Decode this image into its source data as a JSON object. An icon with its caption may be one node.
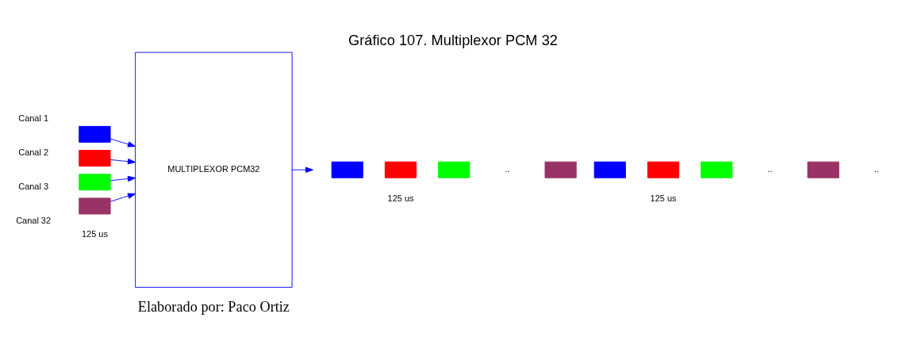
{
  "diagram": {
    "title": "Gráfico 107. Multiplexor PCM 32",
    "caption": "Elaborado por: Paco Ortiz",
    "nodes": [
      {
        "text": [],
        "shape": "box",
        "beside": [
          "Canal 1"
        ]
      },
      {
        "text": [],
        "shape": "box",
        "beside": [
          "Canal 2"
        ]
      },
      {
        "text": [],
        "shape": "box",
        "beside": [
          "Canal 3"
        ]
      },
      {
        "text": [],
        "shape": "box",
        "beside": [
          "Canal 32"
        ]
      },
      {
        "text": [
          "MULTIPLEXOR PCM32"
        ]
      },
      {
        "text": [],
        "shape": "box"
      },
      {
        "text": [],
        "shape": "box"
      },
      {
        "text": [],
        "shape": "box"
      },
      {
        "text": [],
        "shape": "box"
      },
      {
        "text": [],
        "shape": "box"
      },
      {
        "text": [],
        "shape": "box"
      },
      {
        "text": [],
        "shape": "box"
      },
      {
        "text": [],
        "shape": "box"
      }
    ],
    "edges": [
      {
        "from": 0,
        "to": 4,
        "arrow": "to"
      },
      {
        "from": 1,
        "to": 4,
        "arrow": "to"
      },
      {
        "from": 2,
        "to": 4,
        "arrow": "to"
      },
      {
        "from": 3,
        "to": 4,
        "arrow": "to"
      },
      {
        "from": 4,
        "to": null,
        "arrow": "to"
      }
    ],
    "labels": [
      "..",
      "..",
      "..",
      "125 us",
      "125 us",
      "125 us"
    ]
  }
}
